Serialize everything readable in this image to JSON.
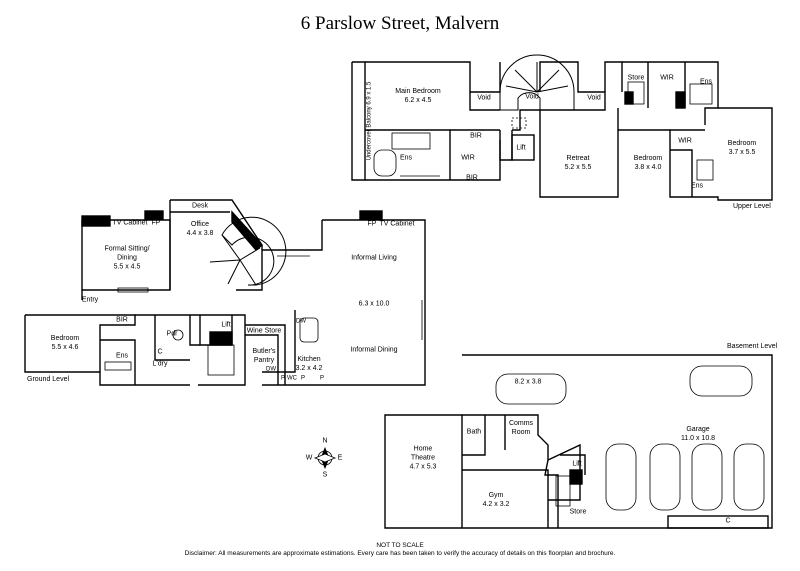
{
  "title": "6 Parslow Street, Malvern",
  "levels": {
    "upper": "Upper Level",
    "ground": "Ground Level",
    "basement": "Basement Level"
  },
  "rooms": {
    "main_bedroom": {
      "name": "Main Bedroom",
      "size": "6.2 x 4.5"
    },
    "undercover_balcony": {
      "name": "Undercover Balcony",
      "size": "6.9 x 1.5"
    },
    "void1": "Void",
    "void2": "Void",
    "void3": "Void",
    "store_up": "Store",
    "wir_up1": "WIR",
    "ens_up1": "Ens",
    "bir_up": "BIR",
    "lift_up": "Lift",
    "ens_main": "Ens",
    "wir_main": "WIR",
    "bir_main": "BIR",
    "retreat": {
      "name": "Retreat",
      "size": "5.2 x 5.5"
    },
    "bedroom_up1": {
      "name": "Bedroom",
      "size": "3.8 x 4.0"
    },
    "wir_up2": "WIR",
    "ens_up2": "Ens",
    "bedroom_up2": {
      "name": "Bedroom",
      "size": "3.7 x 5.5"
    },
    "desk": "Desk",
    "tv_cabinet1": "TV Cabinet",
    "fp1": "FP",
    "formal_sitting": {
      "name": "Formal Sitting/\nDining",
      "size": "5.5 x 4.5"
    },
    "office": {
      "name": "Office",
      "size": "4.4 x 3.8"
    },
    "fp2": "FP",
    "tv_cabinet2": "TV Cabinet",
    "informal_living": "Informal Living",
    "informal_size": "6.3 x 10.0",
    "informal_dining": "Informal Dining",
    "entry": "Entry",
    "bir_ground": "BIR",
    "bedroom_ground": {
      "name": "Bedroom",
      "size": "5.5 x 4.6"
    },
    "ens_ground": "Ens",
    "pdr": "Pdr",
    "c_ground": "C",
    "ldry": "L'dry",
    "lift_ground": "Lift",
    "wine_store": "Wine Store",
    "butlers_pantry": "Butler's\nPantry",
    "dw1": "DW",
    "dw2": "DW",
    "kitchen": {
      "name": "Kitchen",
      "size": "3.2 x 4.2"
    },
    "wc": "WC",
    "p": "P",
    "car_space": "8.2 x 3.8",
    "garage": {
      "name": "Garage",
      "size": "11.0 x 10.8"
    },
    "bath": "Bath",
    "comms_room": "Comms\nRoom",
    "home_theatre": {
      "name": "Home\nTheatre",
      "size": "4.7 x 5.3"
    },
    "lift_base": "Lift",
    "gym": {
      "name": "Gym",
      "size": "4.2 x 3.2"
    },
    "store_base": "Store",
    "c_base": "C"
  },
  "compass": {
    "n": "N",
    "s": "S",
    "e": "E",
    "w": "W"
  },
  "footer": {
    "scale": "NOT TO SCALE",
    "disclaimer": "Disclaimer: All measurements are approximate estimations. Every care has been taken to verify the accuracy of details on this floorplan and brochure."
  }
}
